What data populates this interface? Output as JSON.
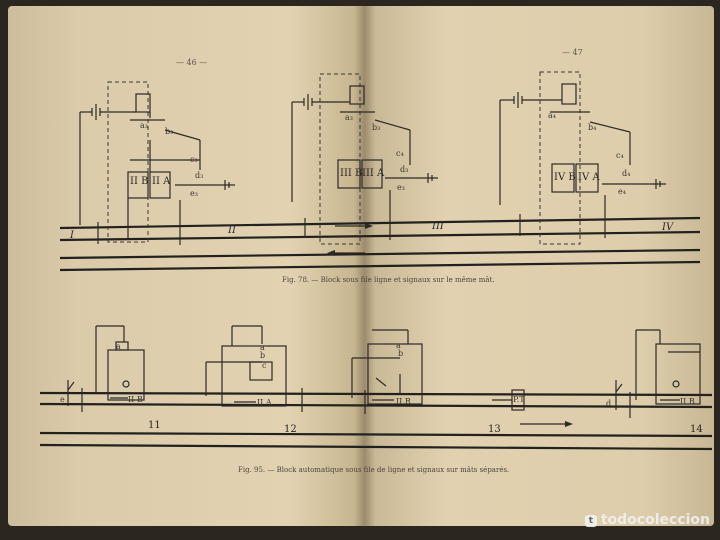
{
  "page_numbers": {
    "left": "— 46 —",
    "right": "— 47"
  },
  "figure_top": {
    "caption": "Fig. 78. — Block sous file ligne et signaux sur le même mât.",
    "section_labels": [
      "I",
      "II",
      "III",
      "IV"
    ],
    "unit1_labels": {
      "a": "a₃",
      "b": "b₃",
      "c": "c₃",
      "d": "d₃",
      "e": "e₃",
      "sig_b": "II B",
      "sig_a": "II A"
    },
    "unit2_labels": {
      "a": "a₃",
      "b": "b₃",
      "c": "c₄",
      "d": "d₃",
      "e": "e₃",
      "sig_b": "III B",
      "sig_a": "III A"
    },
    "unit3_labels": {
      "a": "a₄",
      "b": "b₄",
      "c": "c₄",
      "d": "d₄",
      "e": "e₄",
      "sig_b": "IV B",
      "sig_a": "IV A"
    }
  },
  "figure_bottom": {
    "caption": "Fig. 95. — Block automatique sous file de ligne et signaux sur mâts séparés.",
    "section_labels": [
      "11",
      "12",
      "13",
      "14"
    ],
    "signal_labels": [
      "II B",
      "II A",
      "II R",
      "I.B",
      "II B"
    ],
    "contact_labels": {
      "d": "d",
      "e": "e",
      "a": "a",
      "b": "b",
      "c": "c"
    },
    "box_label": "P.T"
  },
  "watermark": {
    "logo": "t",
    "text": "todocoleccion"
  }
}
